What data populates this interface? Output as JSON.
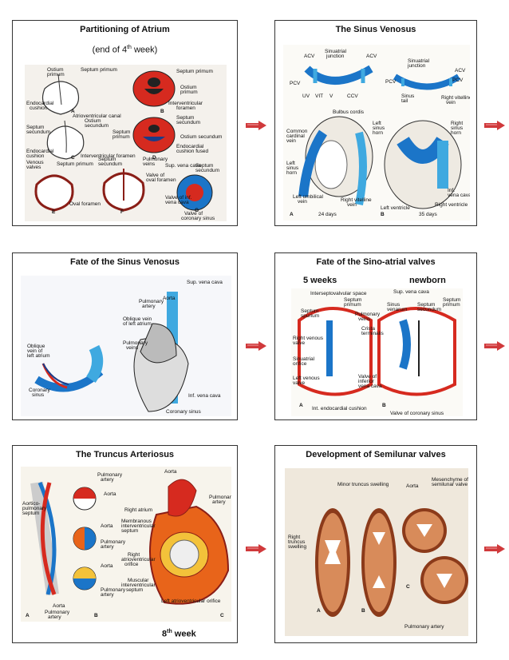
{
  "slides": {
    "s1": {
      "title": "Partitioning of Atrium",
      "subtitle_pre": "(end of 4",
      "subtitle_sup": "th",
      "subtitle_post": " week)",
      "labels": [
        "Ostium primum",
        "Septum primum",
        "Endocardial cushion",
        "Atrioventricular canal",
        "Septum primum",
        "Ostium primum",
        "Interventricular foramen",
        "Septum secundum",
        "Ostium secundum",
        "Septum secundum",
        "Ostium secundum",
        "Septum primum",
        "Endocardial cushion",
        "Interventricular foramen",
        "Endocardial cushion fused",
        "Venous valves",
        "Septum primum",
        "Septum secundum",
        "Pulmonary veins",
        "Sup. vena cava",
        "Septum secundum",
        "Valve of oval foramen",
        "Oval foramen",
        "Valve of inf. vena cava",
        "Valve of coronary sinus",
        "A",
        "B",
        "C",
        "D",
        "E",
        "F",
        "G"
      ]
    },
    "s2": {
      "title": "The Sinus Venosus",
      "labels": [
        "ACV",
        "Sinuatrial junction",
        "ACV",
        "PCV",
        "Sinuatrial junction",
        "ACV",
        "PCV",
        "UV",
        "VIT",
        "V",
        "CCV",
        "Sinus tail",
        "Right vitelline vein",
        "Bulbus cordis",
        "Common cardinal vein",
        "Left sinus horn",
        "Left sinus horn",
        "Right sinus horn",
        "Left umbilical vein",
        "Right vitelline vein",
        "Left ventricle",
        "Inf. vena cava",
        "Right ventricle",
        "A",
        "24 days",
        "B",
        "35 days"
      ]
    },
    "s3": {
      "title": "Fate of the Sinus Venosus",
      "labels": [
        "Sup. vena cava",
        "Aorta",
        "Pulmonary artery",
        "Oblique vein of left atrium",
        "Pulmonary veins",
        "Oblique vein of left atrium",
        "Coronary sinus",
        "Inf. vena cava",
        "Coronary sinus"
      ]
    },
    "s4": {
      "title": "Fate of the Sino-atrial valves",
      "tag_left": "5 weeks",
      "tag_right": "newborn",
      "labels": [
        "Interseptovalvular space",
        "Septum primum",
        "Sup. vena cava",
        "Septum spurium",
        "Pulmonary veins",
        "Sinus venarum",
        "Septum secundum",
        "Septum primum",
        "Crista terminalis",
        "Right venous valve",
        "Sinuatrial orifice",
        "Left venous valve",
        "Valve of inferior vena cava",
        "Int. endocardial cushion",
        "Valve of coronary sinus",
        "A",
        "B"
      ]
    },
    "s5": {
      "title": "The Truncus Arteriosus",
      "week_pre": "8",
      "week_sup": "th",
      "week_post": " week",
      "labels": [
        "Pulmonary artery",
        "Aorta",
        "Aortico-pulmonary septum",
        "Aorta",
        "Pulmonary artery",
        "Aorta",
        "Pulmonary artery",
        "Right atrium",
        "Membranous interventricular septum",
        "Right atrioventricular orifice",
        "Muscular interventricular septum",
        "Left atrioventricular orifice",
        "Aorta",
        "Pulmonary artery",
        "A",
        "B",
        "C"
      ]
    },
    "s6": {
      "title": "Development of Semilunar valves",
      "labels": [
        "Minor truncus swelling",
        "Aorta",
        "Mesenchyme of semilunar valve",
        "Right truncus swelling",
        "Pulmonary artery",
        "A",
        "B",
        "C"
      ]
    }
  },
  "colors": {
    "arrow_red": "#d0393b",
    "arrow_light": "#f0a0a0",
    "border": "#333333",
    "blue": "#1b75c8",
    "light_blue": "#3fa9e0",
    "red": "#d62a1f",
    "orange": "#e8641a"
  },
  "icons": [
    "next-arrow-icon"
  ]
}
